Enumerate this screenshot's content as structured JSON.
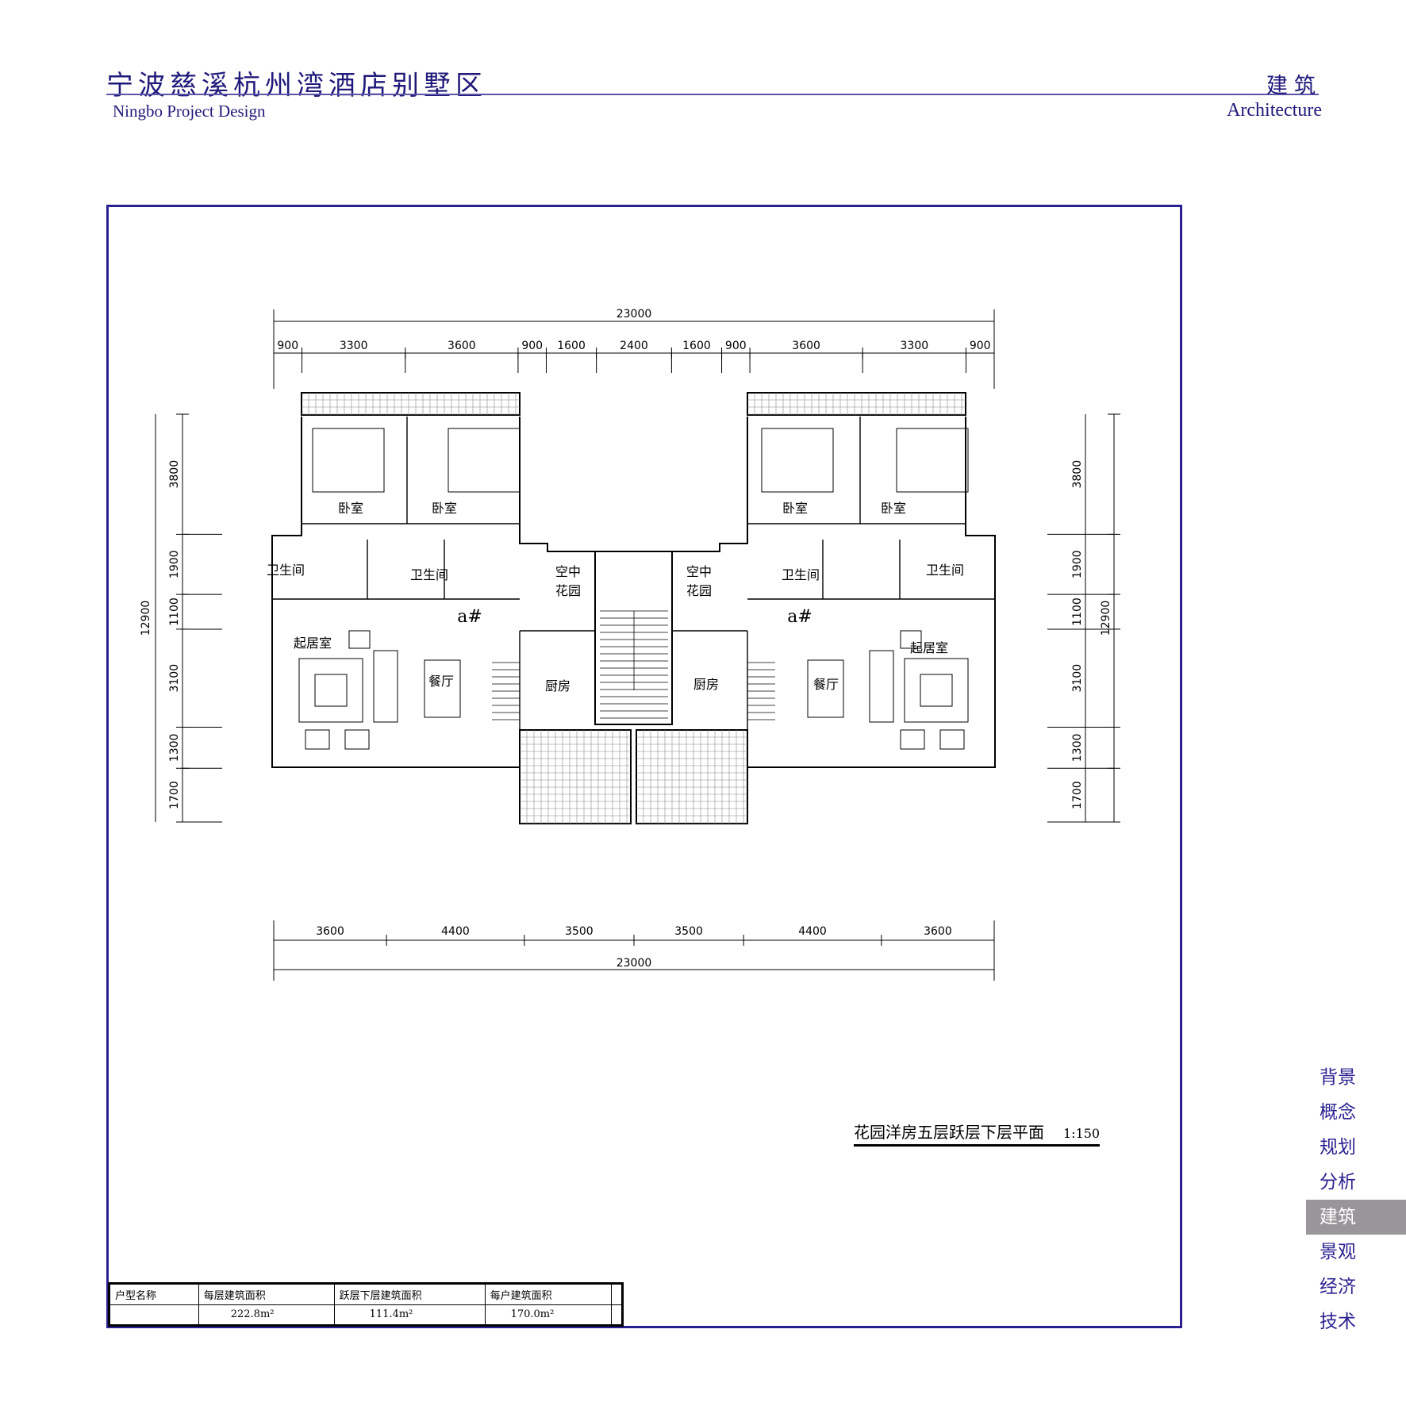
{
  "header": {
    "title": "宁波慈溪杭州湾酒店别墅区",
    "subtitle": "Ningbo Project Design",
    "section": "建筑",
    "section_en": "Architecture"
  },
  "drawing": {
    "title": "花园洋房五层跃层下层平面",
    "scale": "1:150",
    "total_width": "23000",
    "total_depth": "12900",
    "top_dims": [
      "900",
      "3300",
      "3600",
      "900",
      "1600",
      "2400",
      "1600",
      "900",
      "3600",
      "3300",
      "900"
    ],
    "bottom_dims": [
      "3600",
      "4400",
      "3500",
      "3500",
      "4400",
      "3600"
    ],
    "side_dims": [
      "3800",
      "1900",
      "1100",
      "3100",
      "1300",
      "1700"
    ],
    "rooms": {
      "bedroom": "卧室",
      "bathroom": "卫生间",
      "sky_garden_1": "空中",
      "sky_garden_2": "花园",
      "living": "起居室",
      "dining": "餐厅",
      "kitchen": "厨房",
      "unit_mark": "a#"
    }
  },
  "area_table": {
    "headers": [
      "户型名称",
      "每层建筑面积",
      "跃层下层建筑面积",
      "每户建筑面积"
    ],
    "row": [
      "",
      "222.8m²",
      "111.4m²",
      "170.0m²"
    ]
  },
  "nav": {
    "items": [
      "背景",
      "概念",
      "规划",
      "分析",
      "建筑",
      "景观",
      "经济",
      "技术"
    ],
    "active_index": 4
  },
  "colors": {
    "brand": "#1f1a7a",
    "frame": "#2a2190",
    "nav_active_bg": "#9a9599"
  }
}
